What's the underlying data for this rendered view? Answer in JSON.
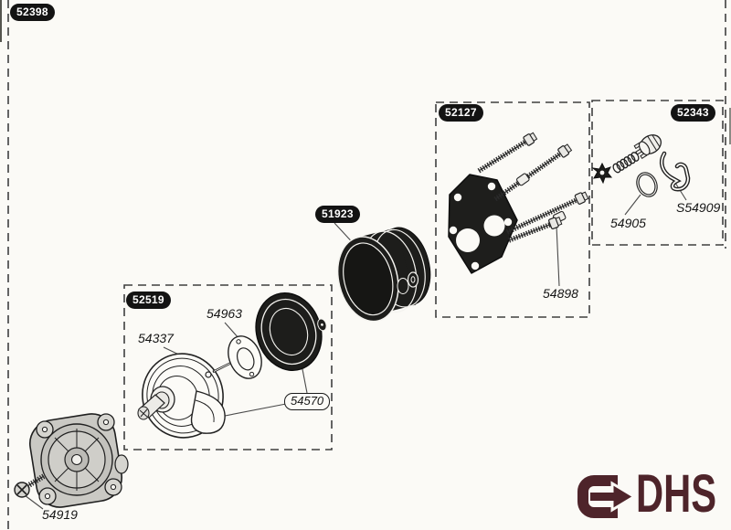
{
  "badges": {
    "assembly": "52398",
    "pump_group": "52519",
    "plate_group": "52127",
    "valve_group": "52343",
    "drum": "51923"
  },
  "part_labels": {
    "diaphragm_kit": "54570",
    "gasket": "54963",
    "pin": "54337",
    "bolt": "54898",
    "o_ring": "54905",
    "clip": "S54909",
    "screw": "54919"
  },
  "logo": {
    "icon": "arrow-right-icon",
    "text": "DHS",
    "color": "#4e242a"
  },
  "colors": {
    "paper": "#fbfaf6",
    "ink": "#1a1a1a",
    "dashed_line": "#3f3f3f",
    "metal_grey": "#cac9c4"
  }
}
